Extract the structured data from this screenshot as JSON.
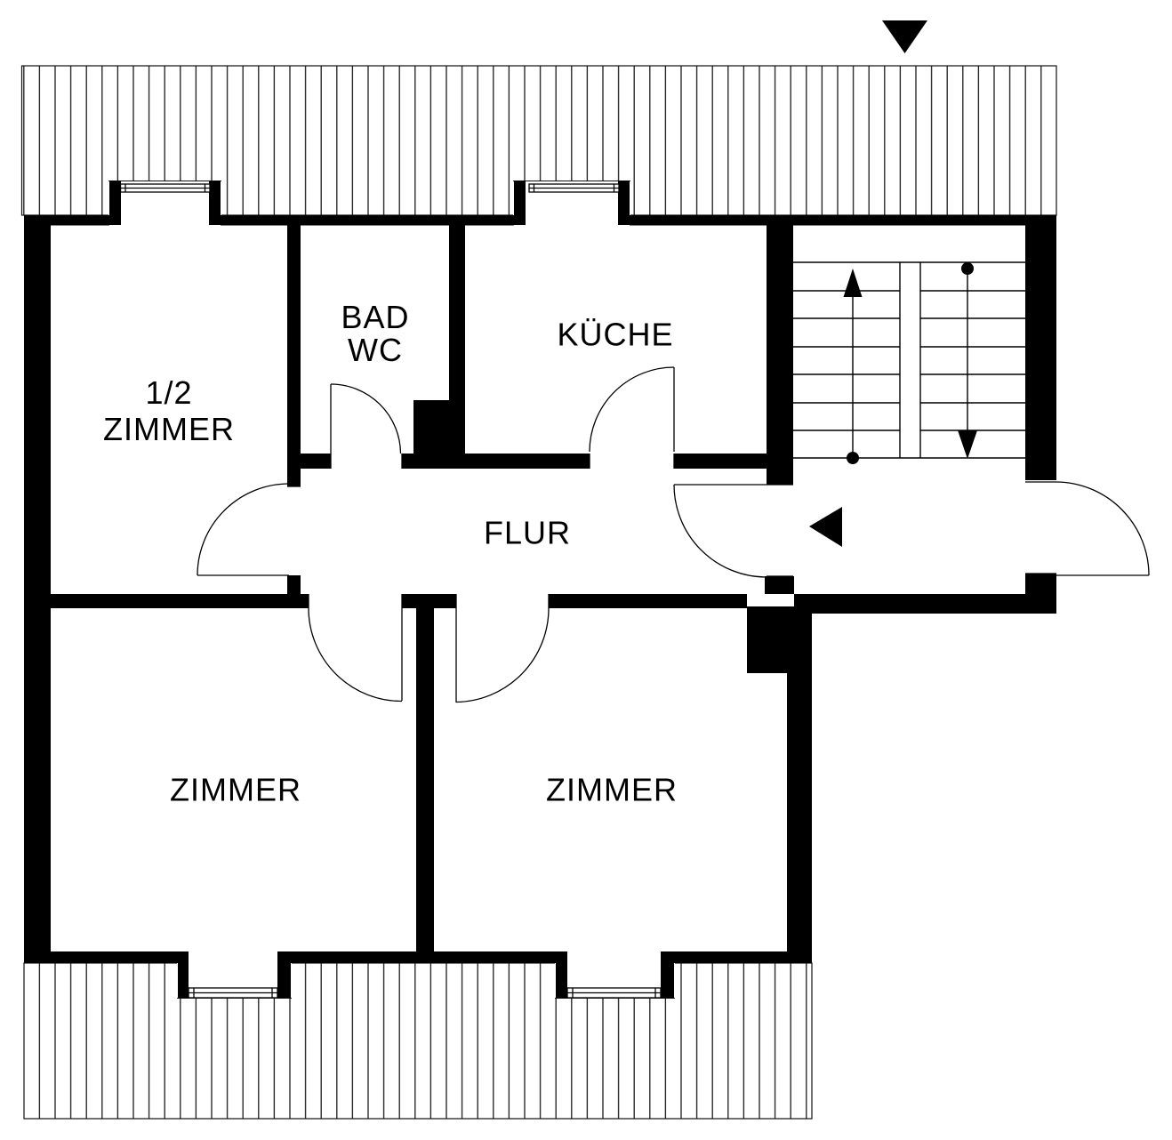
{
  "document": {
    "type": "floor-plan",
    "language": "de"
  },
  "colors": {
    "ink": "#000000",
    "paper": "#ffffff",
    "hatch_line": "#1a1a1a"
  },
  "rooms": [
    {
      "name": "half-zimmer",
      "lines": [
        "1/2",
        "ZIMMER"
      ]
    },
    {
      "name": "bad-wc",
      "lines": [
        "BAD",
        "WC"
      ]
    },
    {
      "name": "kueche",
      "lines": [
        "KÜCHE"
      ]
    },
    {
      "name": "flur",
      "lines": [
        "FLUR"
      ]
    },
    {
      "name": "zimmer-left",
      "lines": [
        "ZIMMER"
      ]
    },
    {
      "name": "zimmer-right",
      "lines": [
        "ZIMMER"
      ]
    }
  ],
  "markers": {
    "entry_triangle": "entry-direction-marker",
    "flat_entrance_arrow": "flat-entrance-arrow",
    "stair_up_arrow": "stair-up-arrow",
    "stair_down_arrow": "stair-down-arrow",
    "stair_start_dots": 2
  },
  "features": {
    "windows": 4,
    "doors": 7,
    "stair_flights": 2,
    "roof_hatch_bands": 2
  }
}
